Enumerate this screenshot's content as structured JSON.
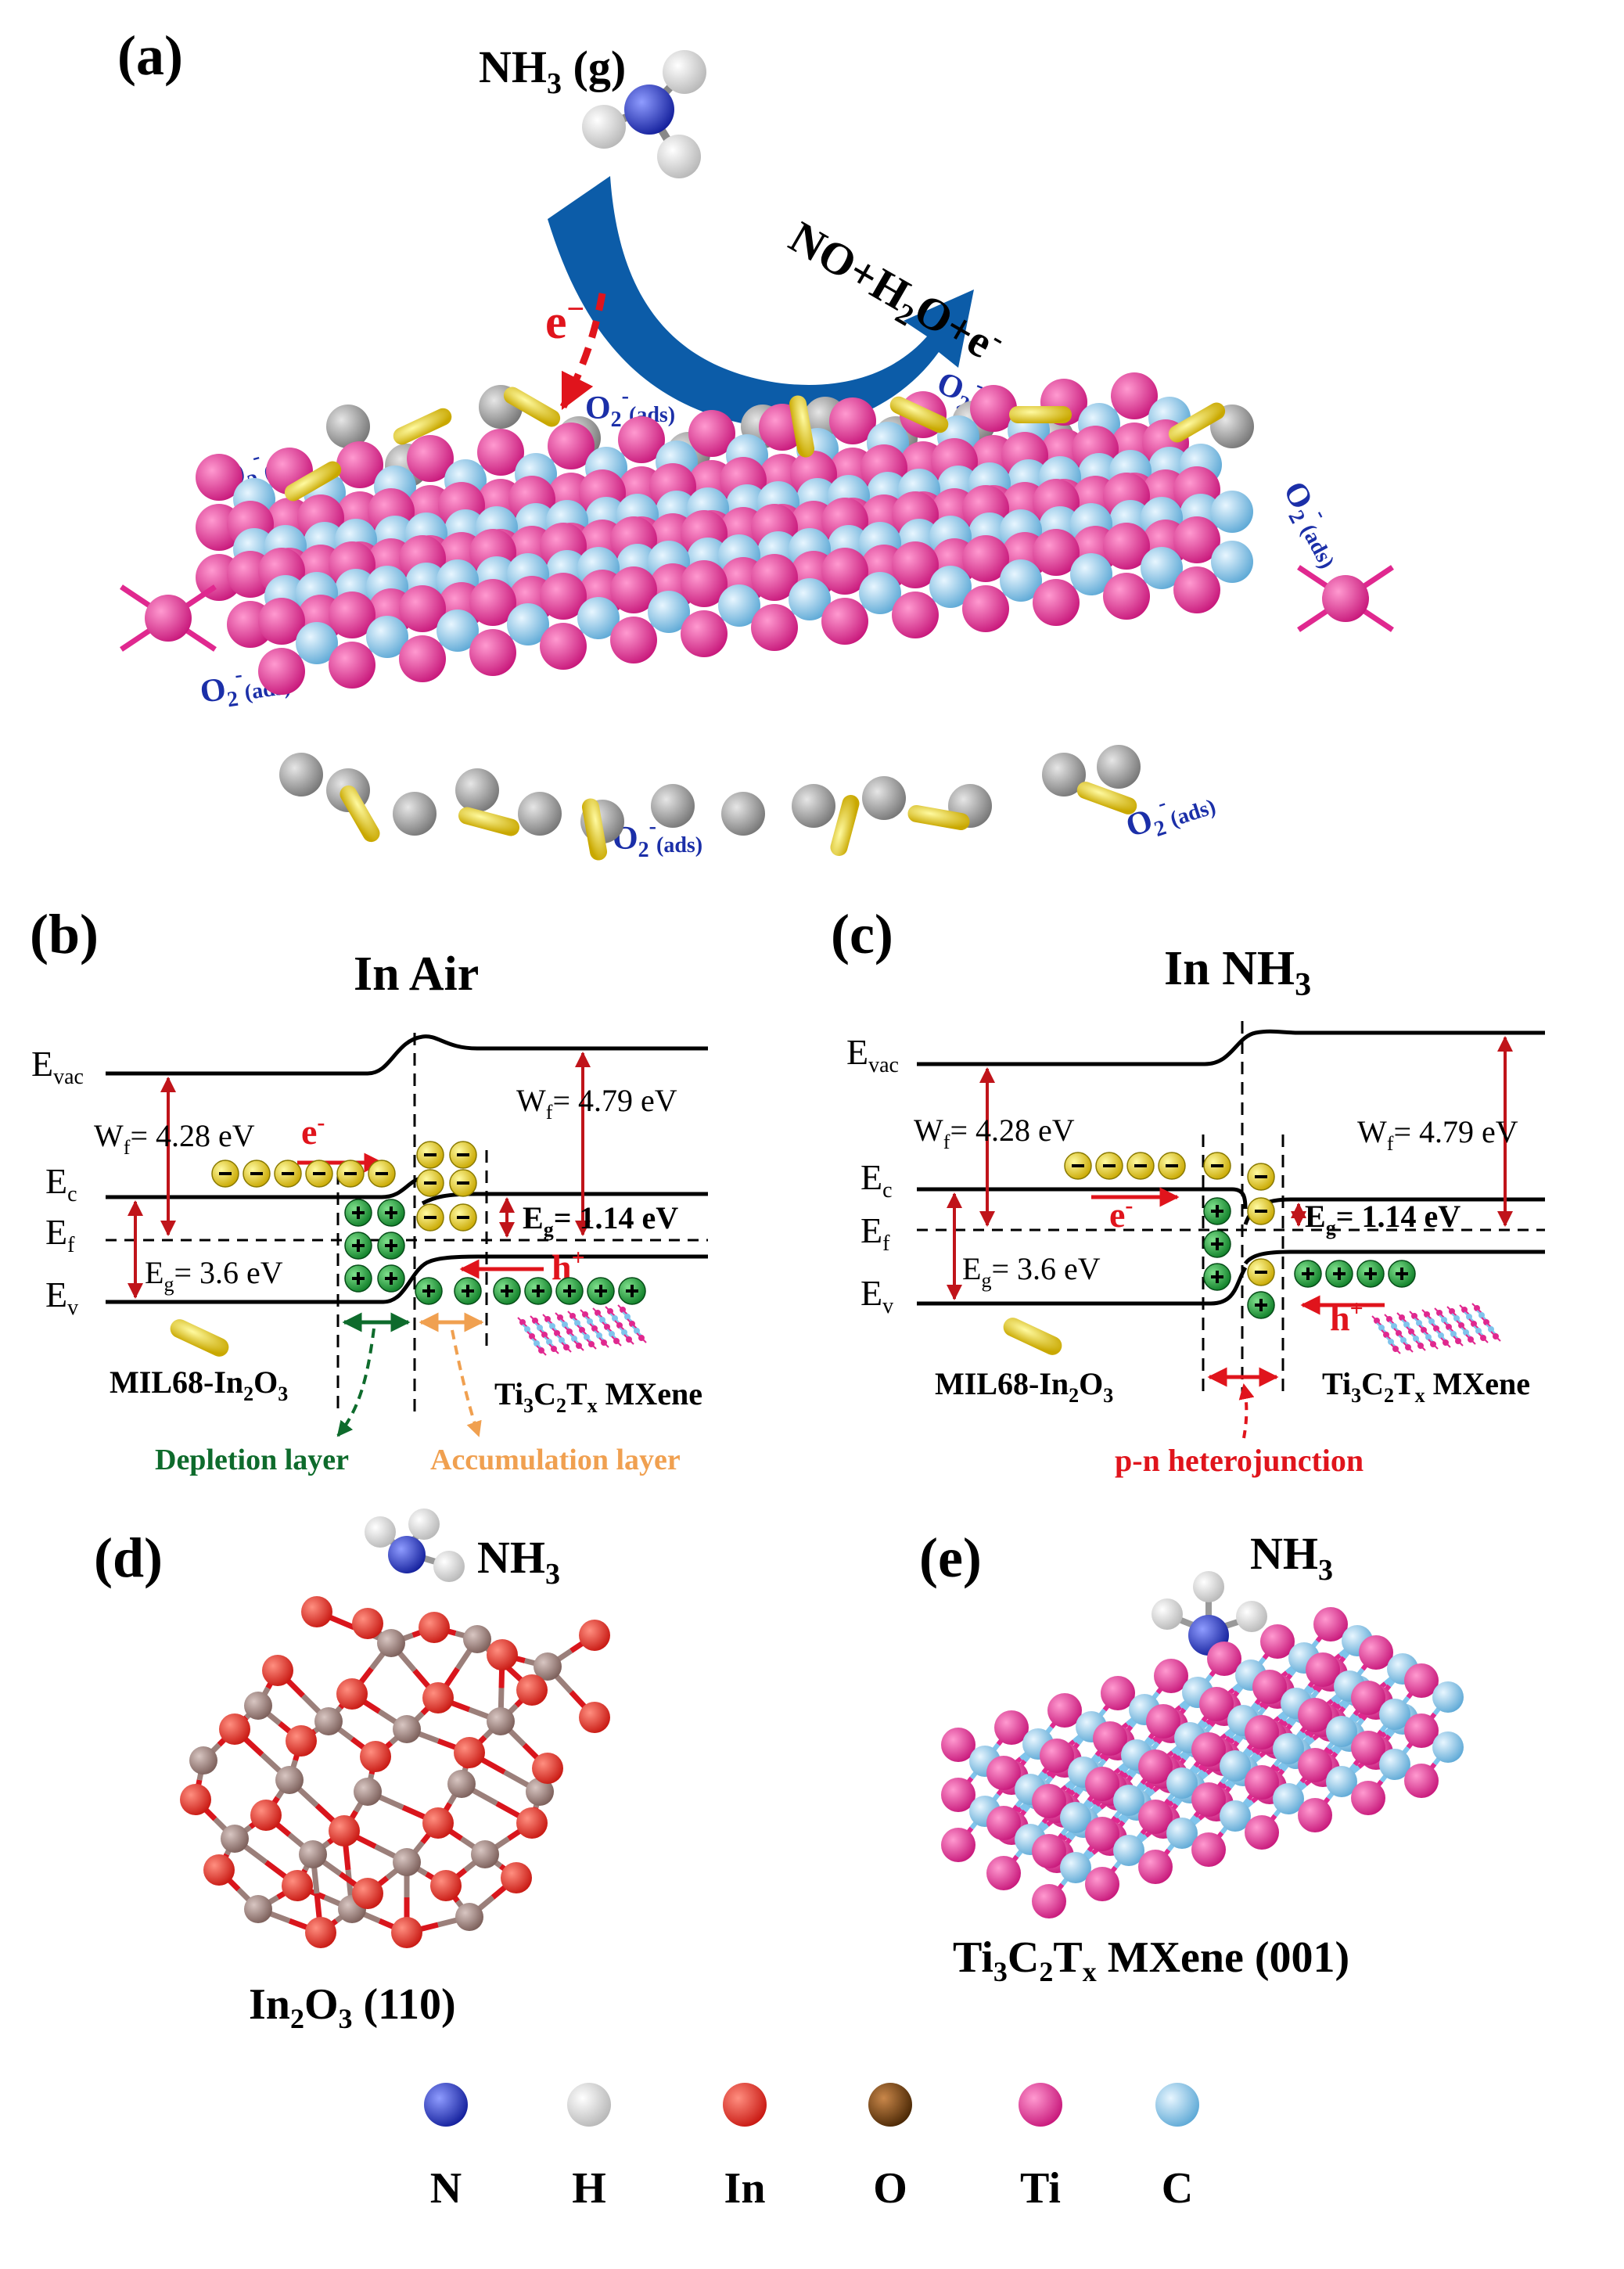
{
  "panels": {
    "a": "(a)",
    "b": "(b)",
    "c": "(c)",
    "d": "(d)",
    "e": "(e)"
  },
  "panel_a": {
    "gas_label": "NH",
    "gas_sub": "3",
    "gas_suffix": " (g)",
    "electron": "e",
    "electron_sup": "−",
    "products": "NO+H",
    "products_sub": "2",
    "products_tail": "O+e",
    "products_sup": "-",
    "oxygen_label_main": "O",
    "oxygen_label_sub": "2",
    "oxygen_label_sup": "-",
    "oxygen_label_tag": "(ads)"
  },
  "panel_b": {
    "title": "In Air",
    "levels": {
      "vac": "E",
      "vac_sub": "vac",
      "c": "E",
      "c_sub": "c",
      "f": "E",
      "f_sub": "f",
      "v": "E",
      "v_sub": "v"
    },
    "wf_left": "= 4.28 eV",
    "wf_right": "= 4.79 eV",
    "wf_label": "W",
    "wf_sub": "f",
    "eg_left": "= 3.6 eV",
    "eg_right": "= 1.14 eV",
    "eg_label": "E",
    "eg_sub": "g",
    "electron": "e",
    "electron_sup": "-",
    "hole": "h",
    "hole_sup": "+",
    "left_material": "MIL68-In",
    "left_material_sub1": "2",
    "left_material_mid": "O",
    "left_material_sub2": "3",
    "right_material": "Ti",
    "right_material_sub1": "3",
    "right_material_c": "C",
    "right_material_sub2": "2",
    "right_material_t": "T",
    "right_material_sub3": "x",
    "right_material_tail": " MXene",
    "depletion": "Depletion layer",
    "accumulation": "Accumulation layer"
  },
  "panel_c": {
    "title": "In NH",
    "title_sub": "3",
    "wf_left": "= 4.28 eV",
    "wf_right": "= 4.79 eV",
    "eg_left": "= 3.6 eV",
    "eg_right": "= 1.14 eV",
    "junction": "p-n heterojunction"
  },
  "panel_d": {
    "gas": "NH",
    "gas_sub": "3",
    "caption": "In",
    "caption_sub1": "2",
    "caption_mid": "O",
    "caption_sub2": "3",
    "caption_tail": " (110)"
  },
  "panel_e": {
    "gas": "NH",
    "gas_sub": "3",
    "caption": "Ti",
    "caption_sub1": "3",
    "caption_c": "C",
    "caption_sub2": "2",
    "caption_t": "T",
    "caption_sub3": "x",
    "caption_tail": " MXene (001)"
  },
  "legend": [
    {
      "label": "N",
      "color": "#1f2fd0"
    },
    {
      "label": "H",
      "color": "#f2f2f2"
    },
    {
      "label": "In",
      "color": "#e23b30"
    },
    {
      "label": "O",
      "color": "#6b3d0c"
    },
    {
      "label": "Ti",
      "color": "#e0288f"
    },
    {
      "label": "C",
      "color": "#7fc4ec"
    }
  ],
  "colors": {
    "titanium": "#e0288f",
    "carbon": "#7fc4ec",
    "gray_atom": "#8c8c8c",
    "oxygen_rod": "#e8d200",
    "indium": "#d9151c",
    "oxygen_d": "#9b7f7a",
    "arrow_blue": "#0c5ca8",
    "electron_ball": "#e6d800",
    "hole_ball": "#1fa43a",
    "depletion": "#0e6b2c",
    "accumulation": "#f0a050",
    "junction": "#e0141c"
  }
}
